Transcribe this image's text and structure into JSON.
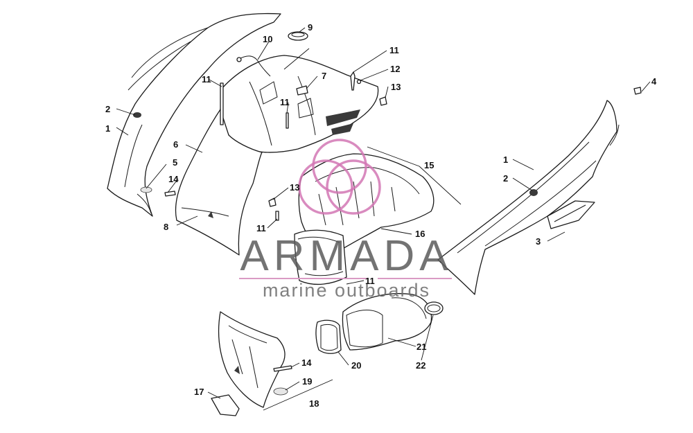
{
  "watermark": {
    "title": "ARMADA",
    "subtitle": "marine outboards",
    "logo_color": "#d277b4"
  },
  "callouts": [
    {
      "id": "c1a",
      "number": "1"
    },
    {
      "id": "c1b",
      "number": "1"
    },
    {
      "id": "c2a",
      "number": "2"
    },
    {
      "id": "c2b",
      "number": "2"
    },
    {
      "id": "c3",
      "number": "3"
    },
    {
      "id": "c4",
      "number": "4"
    },
    {
      "id": "c5",
      "number": "5"
    },
    {
      "id": "c6",
      "number": "6"
    },
    {
      "id": "c7",
      "number": "7"
    },
    {
      "id": "c8",
      "number": "8"
    },
    {
      "id": "c9",
      "number": "9"
    },
    {
      "id": "c10",
      "number": "10"
    },
    {
      "id": "c11a",
      "number": "11"
    },
    {
      "id": "c11b",
      "number": "11"
    },
    {
      "id": "c11c",
      "number": "11"
    },
    {
      "id": "c11d",
      "number": "11"
    },
    {
      "id": "c11e",
      "number": "11"
    },
    {
      "id": "c12",
      "number": "12"
    },
    {
      "id": "c13a",
      "number": "13"
    },
    {
      "id": "c13b",
      "number": "13"
    },
    {
      "id": "c14a",
      "number": "14"
    },
    {
      "id": "c14b",
      "number": "14"
    },
    {
      "id": "c15",
      "number": "15"
    },
    {
      "id": "c16",
      "number": "16"
    },
    {
      "id": "c17",
      "number": "17"
    },
    {
      "id": "c18",
      "number": "18"
    },
    {
      "id": "c19",
      "number": "19"
    },
    {
      "id": "c20",
      "number": "20"
    },
    {
      "id": "c21",
      "number": "21"
    },
    {
      "id": "c22",
      "number": "22"
    }
  ]
}
